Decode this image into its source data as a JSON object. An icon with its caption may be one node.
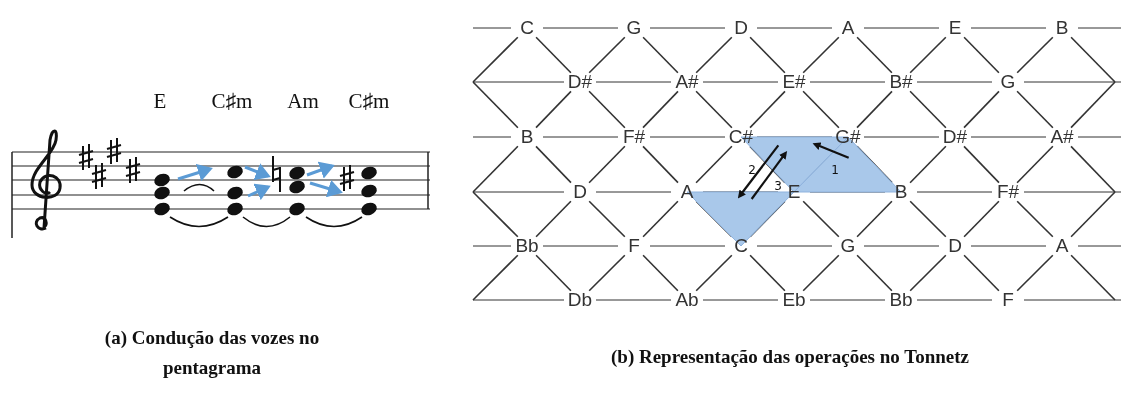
{
  "diagram": {
    "nodes": [
      {
        "text": [],
        "shape": "triangle"
      },
      {
        "text": [],
        "shape": "triangle"
      },
      {
        "text": [],
        "shape": "triangle"
      }
    ],
    "edges": [
      {
        "from": 1,
        "to": 0,
        "arrow": "to",
        "label": "1"
      },
      {
        "from": 0,
        "to": 2,
        "arrow": "to",
        "label": "2"
      },
      {
        "from": 2,
        "to": 0,
        "arrow": "to",
        "label": "3"
      }
    ],
    "labels": [
      "E",
      "C♯m",
      "Am",
      "C♯m",
      "C",
      "G",
      "D",
      "A",
      "E",
      "B",
      "D#",
      "A#",
      "E#",
      "B#",
      "G",
      "B",
      "F#",
      "C#",
      "G#",
      "D#",
      "A#",
      "D",
      "A",
      "E",
      "B",
      "F#",
      "Bb",
      "F",
      "C",
      "G",
      "D",
      "A",
      "Db",
      "Ab",
      "Eb",
      "Bb",
      "F",
      "(a) Condução das vozes no pentagrama",
      "(b) Representação das operações no Tonnetz"
    ]
  }
}
